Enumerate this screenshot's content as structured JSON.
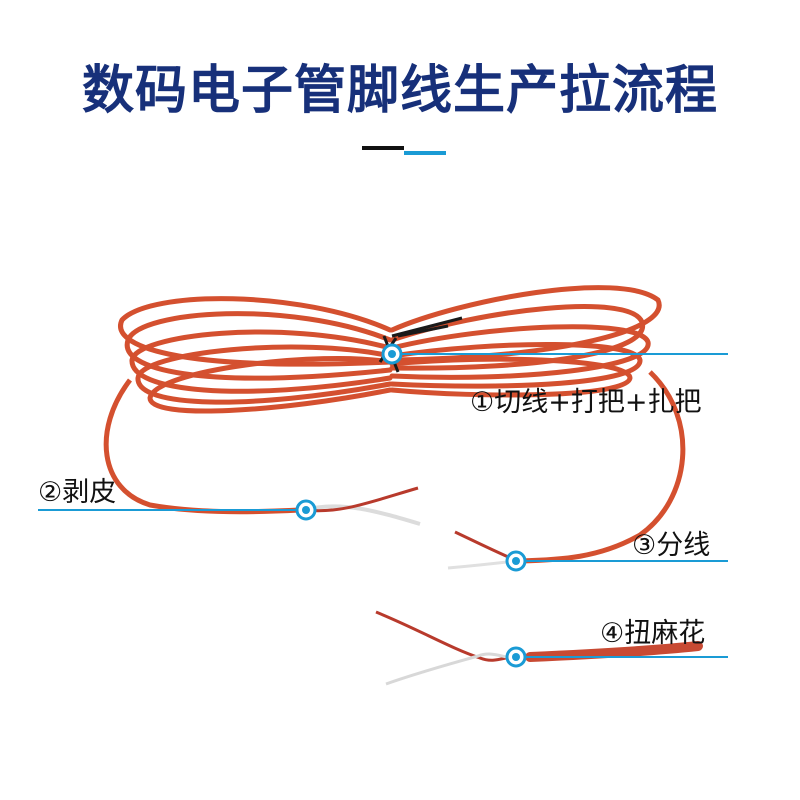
{
  "title": "数码电子管脚线生产拉流程",
  "colors": {
    "title": "#17307a",
    "accent": "#1a9bd5",
    "wire_red": "#d4502f",
    "wire_red_dark": "#a8341f",
    "inner_white": "#dcdcdc",
    "inner_red": "#b83a2c"
  },
  "steps": [
    {
      "label": "①切线+打把+扎把"
    },
    {
      "label": "②剥皮"
    },
    {
      "label": "③分线"
    },
    {
      "label": "④扭麻花"
    }
  ]
}
